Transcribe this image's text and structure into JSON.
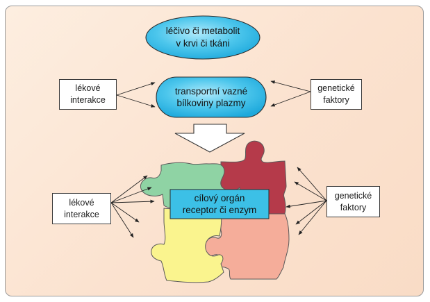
{
  "top_ellipse": {
    "line1": "léčivo či metabolit",
    "line2": "v krvi či tkáni"
  },
  "transport": {
    "line1": "transportní vazné",
    "line2": "bílkoviny plazmy"
  },
  "left_top_box": {
    "line1": "lékové",
    "line2": "interakce"
  },
  "right_top_box": {
    "line1": "genetické",
    "line2": "faktory"
  },
  "left_bottom_box": {
    "line1": "lékové",
    "line2": "interakce"
  },
  "right_bottom_box": {
    "line1": "genetické",
    "line2": "faktory"
  },
  "target": {
    "line1": "cílový orgán",
    "line2": "receptor či enzym"
  },
  "colors": {
    "background": "#fbe4d2",
    "ellipse_fill": "#38bfe9",
    "transport_fill": "#38bfe9",
    "target_fill": "#3cc0e6",
    "puzzle_green": "#8fd3a4",
    "puzzle_red": "#b53a4a",
    "puzzle_yellow": "#faf48e",
    "puzzle_salmon": "#f5ad9a"
  }
}
